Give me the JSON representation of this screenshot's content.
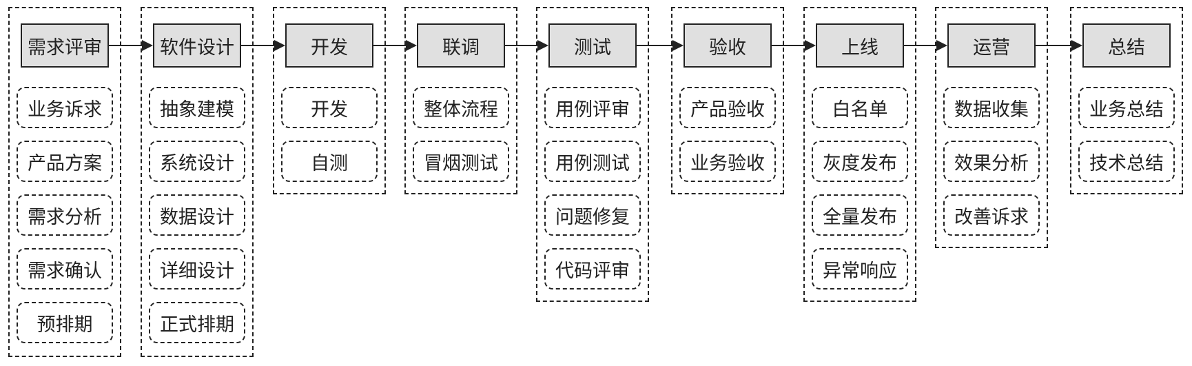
{
  "stages": [
    {
      "label": "需求评审",
      "tasks": [
        "业务诉求",
        "产品方案",
        "需求分析",
        "需求确认",
        "预排期"
      ]
    },
    {
      "label": "软件设计",
      "tasks": [
        "抽象建模",
        "系统设计",
        "数据设计",
        "详细设计",
        "正式排期"
      ]
    },
    {
      "label": "开发",
      "tasks": [
        "开发",
        "自测"
      ]
    },
    {
      "label": "联调",
      "tasks": [
        "整体流程",
        "冒烟测试"
      ]
    },
    {
      "label": "测试",
      "tasks": [
        "用例评审",
        "用例测试",
        "问题修复",
        "代码评审"
      ]
    },
    {
      "label": "验收",
      "tasks": [
        "产品验收",
        "业务验收"
      ]
    },
    {
      "label": "上线",
      "tasks": [
        "白名单",
        "灰度发布",
        "全量发布",
        "异常响应"
      ]
    },
    {
      "label": "运营",
      "tasks": [
        "数据收集",
        "效果分析",
        "改善诉求"
      ]
    },
    {
      "label": "总结",
      "tasks": [
        "业务总结",
        "技术总结"
      ]
    }
  ]
}
